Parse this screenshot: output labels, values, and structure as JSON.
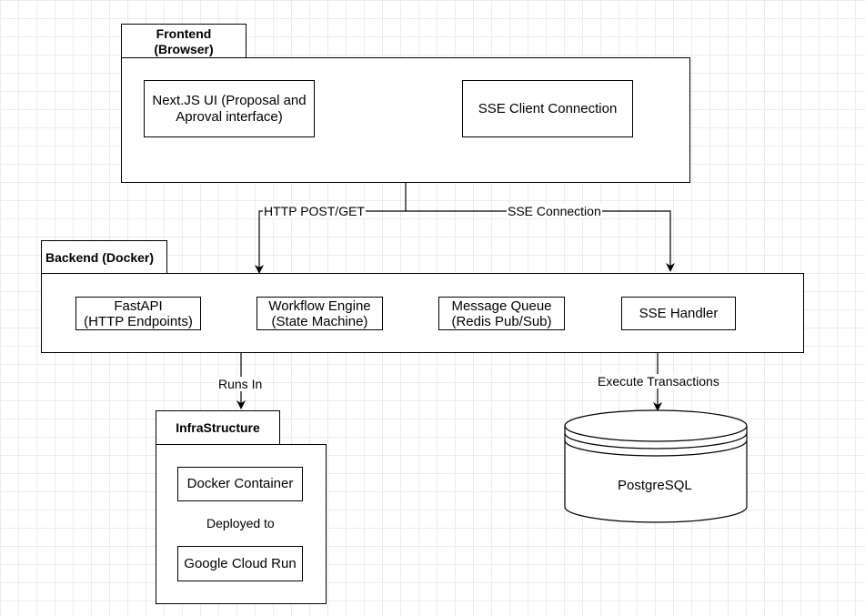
{
  "frontend": {
    "title": "Frontend\n(Browser)",
    "ui_box": "Next.JS UI (Proposal and\nAproval interface)",
    "sse_client": "SSE Client Connection"
  },
  "edges": {
    "http": "HTTP POST/GET",
    "sse": "SSE Connection",
    "runs_in": "Runs In",
    "execute": "Execute Transactions",
    "deployed": "Deployed to"
  },
  "backend": {
    "title": "Backend (Docker)",
    "fastapi": "FastAPI\n(HTTP Endpoints)",
    "workflow": "Workflow Engine\n(State Machine)",
    "queue": "Message Queue\n(Redis Pub/Sub)",
    "sse_handler": "SSE Handler"
  },
  "infra": {
    "title": "InfraStructure",
    "docker": "Docker Container",
    "gcr": "Google Cloud Run"
  },
  "database": {
    "label": "PostgreSQL"
  }
}
